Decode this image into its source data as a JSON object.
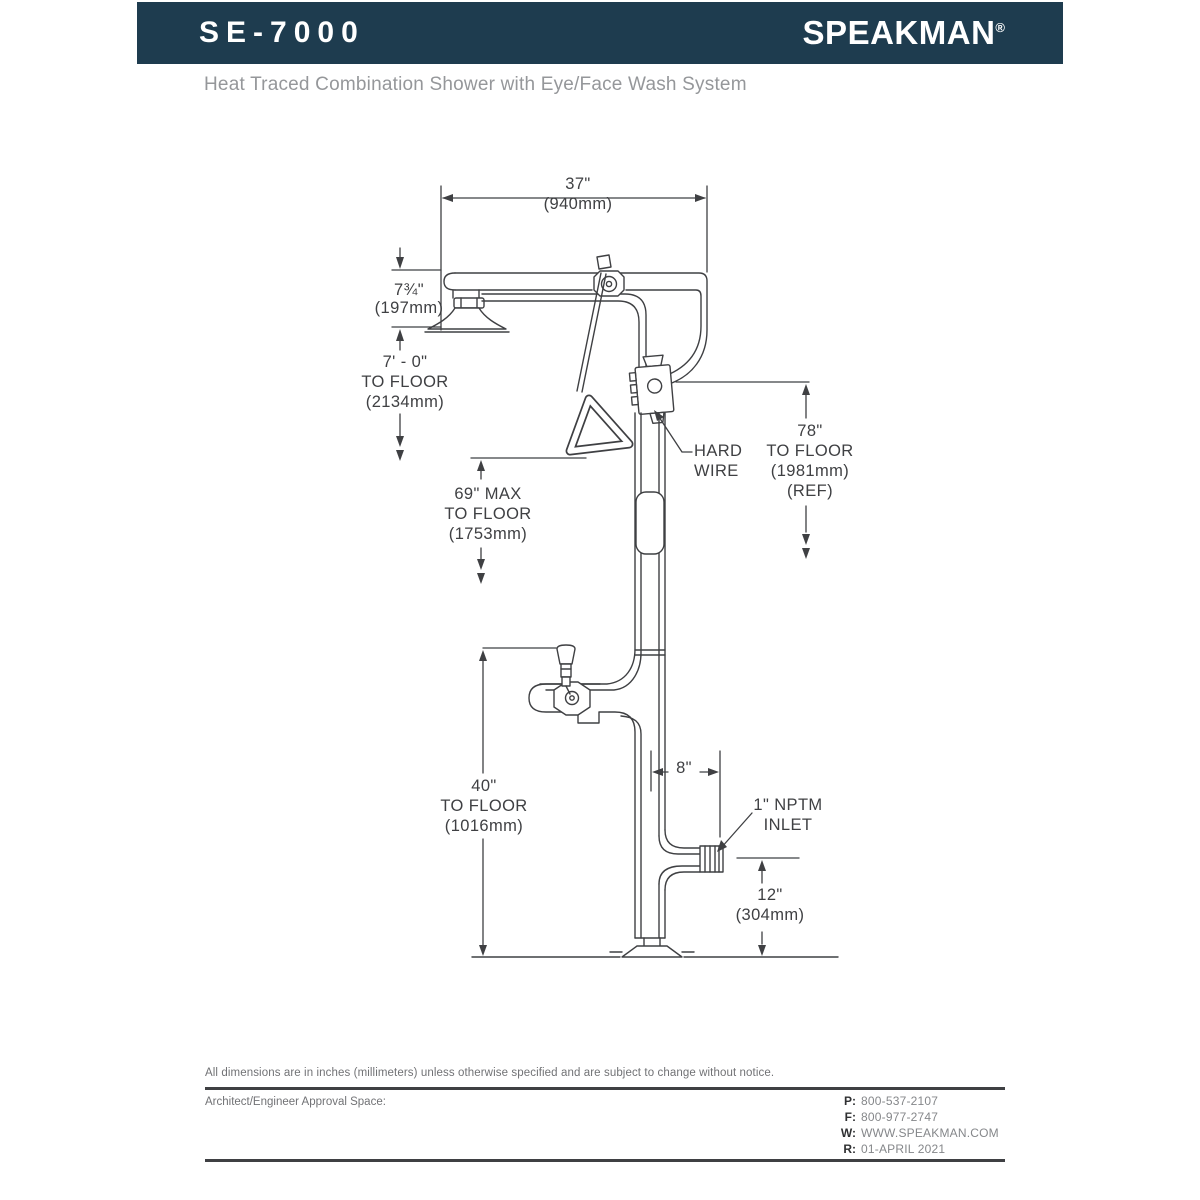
{
  "header": {
    "model": "SE-7000",
    "brand": "SPEAKMAN",
    "registered": "®",
    "subtitle": "Heat Traced Combination Shower with Eye/Face Wash System",
    "bar_color": "#1e3c4f"
  },
  "drawing": {
    "line_color": "#3f4043",
    "labels": {
      "dim_width": "37\"\n(940mm)",
      "dim_head_offset": "7¾\"\n(197mm)",
      "dim_shower_height": "7' - 0\"\nTO FLOOR\n(2134mm)",
      "dim_handle_height": "69\" MAX\nTO FLOOR\n(1753mm)",
      "hard_wire": "HARD\nWIRE",
      "dim_box_height": "78\"\nTO FLOOR\n(1981mm)\n(REF)",
      "dim_eyewash_height": "40\"\nTO FLOOR\n(1016mm)",
      "dim_inlet_offset": "8\"",
      "inlet_callout": "1\" NPTM\nINLET",
      "dim_inlet_height": "12\"\n(304mm)"
    }
  },
  "footer": {
    "note": "All dimensions are in inches (millimeters) unless otherwise specified and are subject to change without notice.",
    "approval": "Architect/Engineer Approval Space:",
    "contacts": [
      {
        "label": "P:",
        "value": "800-537-2107"
      },
      {
        "label": "F:",
        "value": "800-977-2747"
      },
      {
        "label": "W:",
        "value": "WWW.SPEAKMAN.COM"
      },
      {
        "label": "R:",
        "value": "01-APRIL 2021"
      }
    ]
  }
}
